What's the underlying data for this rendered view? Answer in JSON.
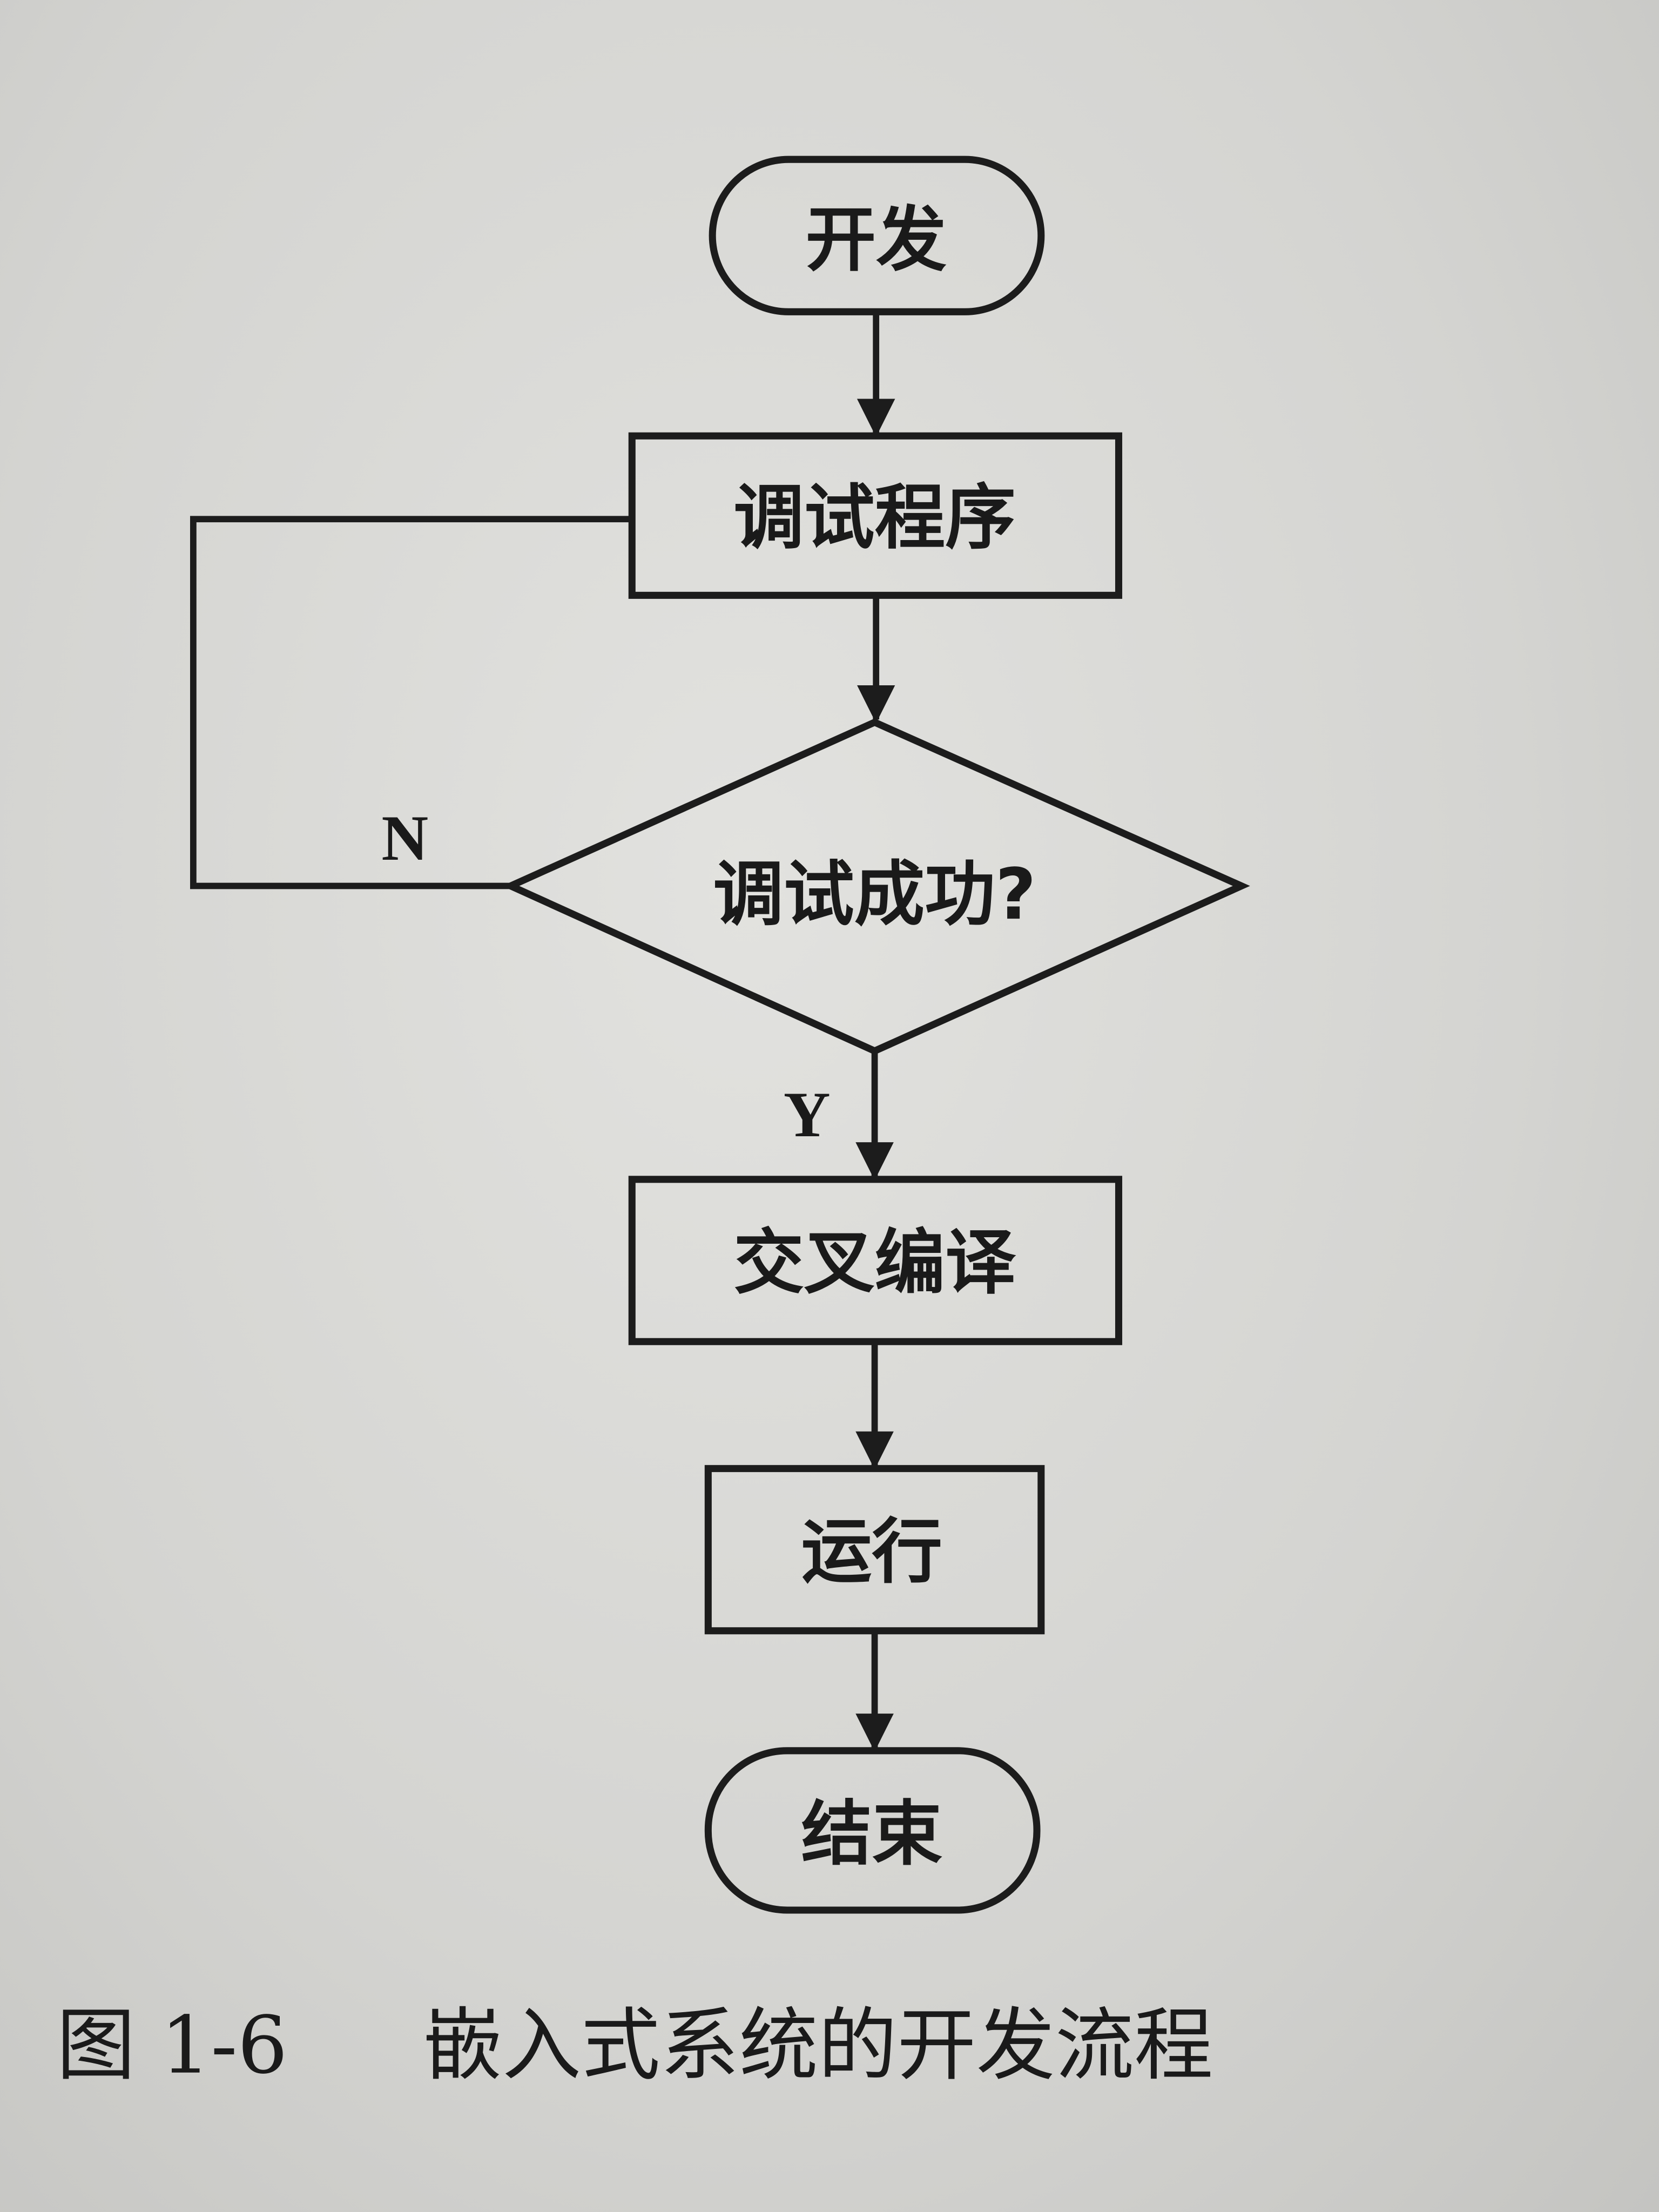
{
  "flowchart": {
    "nodes": [
      {
        "id": "start",
        "shape": "terminal",
        "label": "开发"
      },
      {
        "id": "debug",
        "shape": "process",
        "label": "调试程序"
      },
      {
        "id": "check",
        "shape": "decision",
        "label": "调试成功?"
      },
      {
        "id": "compile",
        "shape": "process",
        "label": "交叉编译"
      },
      {
        "id": "run",
        "shape": "process",
        "label": "运行"
      },
      {
        "id": "end",
        "shape": "terminal",
        "label": "结束"
      }
    ],
    "edges": [
      {
        "from": "start",
        "to": "debug",
        "label": ""
      },
      {
        "from": "debug",
        "to": "check",
        "label": ""
      },
      {
        "from": "check",
        "to": "debug",
        "label": "N"
      },
      {
        "from": "check",
        "to": "compile",
        "label": "Y"
      },
      {
        "from": "compile",
        "to": "run",
        "label": ""
      },
      {
        "from": "run",
        "to": "end",
        "label": ""
      }
    ]
  },
  "caption": {
    "number": "图 1-6",
    "title": "嵌入式系统的开发流程"
  },
  "colors": {
    "ink": "#1c1c1c",
    "paper": "#d8d8d5"
  }
}
